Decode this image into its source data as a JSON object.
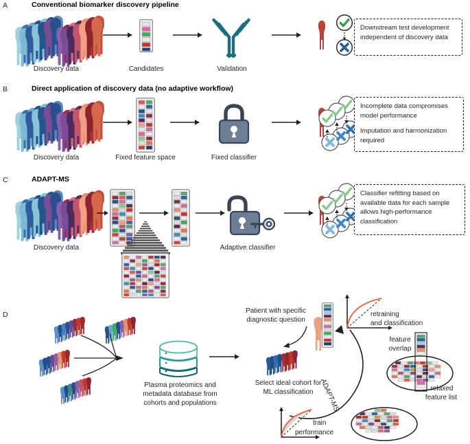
{
  "figure": {
    "panels": [
      {
        "letter": "A",
        "title": "Conventional biomarker discovery pipeline",
        "captions": [
          "Discovery data",
          "Candidates",
          "Validation"
        ],
        "callout": [
          "Downstream test development independent of discovery data"
        ]
      },
      {
        "letter": "B",
        "title": "Direct application of discovery data (no adaptive workflow)",
        "captions": [
          "Discovery data",
          "Fixed feature space",
          "Fixed classifier"
        ],
        "callout": [
          "Incomplete data compromises model performance",
          "Imputation and harmonization required"
        ]
      },
      {
        "letter": "C",
        "title": "ADAPT-MS",
        "captions": [
          "Discovery data",
          "Adaptive classifier"
        ],
        "callout": [
          "Classifier refitting based on available data for each sample allows high-performance classification"
        ]
      },
      {
        "letter": "D",
        "title": "",
        "captions": [],
        "callout": []
      }
    ]
  },
  "panelD": {
    "database_label": "Plasma proteomics and metadata database from cohorts and populations",
    "patient_label_line1": "Patient with specific",
    "patient_label_line2": "diagnostic question",
    "cohort_label_line1": "Select ideal cohort for",
    "cohort_label_line2": "ML classification",
    "cycle_label": "ADAPT-MS",
    "retraining_line1": "retraining",
    "retraining_line2": "and classification",
    "train_line1": "train",
    "train_line2": "performance",
    "feature_overlap_line1": "feature",
    "feature_overlap_line2": "overlap",
    "relaxed_line1": "relaxed",
    "relaxed_line2": "feature list"
  },
  "icons": {
    "crowd": "crowd-of-people-icon",
    "arrow": "right-arrow-icon",
    "candidate_strip": "candidate-feature-strip-icon",
    "antibody": "antibody-icon",
    "person": "single-person-icon",
    "check": "check-circle-icon",
    "cross": "cross-circle-icon",
    "lock_closed": "closed-padlock-icon",
    "lock_open": "open-padlock-with-key-icon",
    "funnel": "funnel-icon",
    "matrix": "feature-matrix-icon",
    "database": "database-cylinder-icon",
    "roc": "roc-curve-icon",
    "ellipse": "feature-ellipse-icon"
  },
  "colors": {
    "teal_antibody": "#1c6e7d",
    "check_green_dark": "#3f9c43",
    "check_green_light": "#86c98b",
    "cross_blue_dark": "#2b5b8f",
    "cross_blue_light": "#69a8d8",
    "lock_slate": "#6c7d96",
    "lock_outline": "#3a4454",
    "db_teal_top": "#57b3ad",
    "db_teal_mid": "#2a8f8d",
    "db_teal_bot": "#146a6a",
    "roc_orange": "#e8643c",
    "roc_band": "#d9d9d9",
    "ink": "#231f20",
    "person_red": "#c0392b",
    "person_skin": "#e8a183"
  },
  "chart_data": [
    {
      "type": "line",
      "title": "train performance",
      "xlabel": "",
      "ylabel": "",
      "series": [
        {
          "name": "ROC curve",
          "x": [
            0,
            0.08,
            0.2,
            0.35,
            0.55,
            0.75,
            1.0
          ],
          "y": [
            0,
            0.42,
            0.64,
            0.8,
            0.9,
            0.96,
            1.0
          ]
        },
        {
          "name": "band lower",
          "x": [
            0,
            0.1,
            0.25,
            0.45,
            0.7,
            1.0
          ],
          "y": [
            0,
            0.3,
            0.52,
            0.72,
            0.88,
            1.0
          ]
        },
        {
          "name": "chance diagonal",
          "x": [
            0,
            1
          ],
          "y": [
            0,
            1
          ]
        }
      ],
      "xlim": [
        0,
        1
      ],
      "ylim": [
        0,
        1
      ],
      "grid": false,
      "legend": "none"
    },
    {
      "type": "line",
      "title": "retraining and classification",
      "xlabel": "",
      "ylabel": "",
      "series": [
        {
          "name": "ROC curve",
          "x": [
            0,
            0.08,
            0.2,
            0.35,
            0.55,
            0.75,
            1.0
          ],
          "y": [
            0,
            0.45,
            0.68,
            0.83,
            0.92,
            0.97,
            1.0
          ]
        },
        {
          "name": "chance diagonal",
          "x": [
            0,
            1
          ],
          "y": [
            0,
            1
          ]
        }
      ],
      "xlim": [
        0,
        1
      ],
      "ylim": [
        0,
        1
      ],
      "grid": false,
      "legend": "none"
    }
  ]
}
